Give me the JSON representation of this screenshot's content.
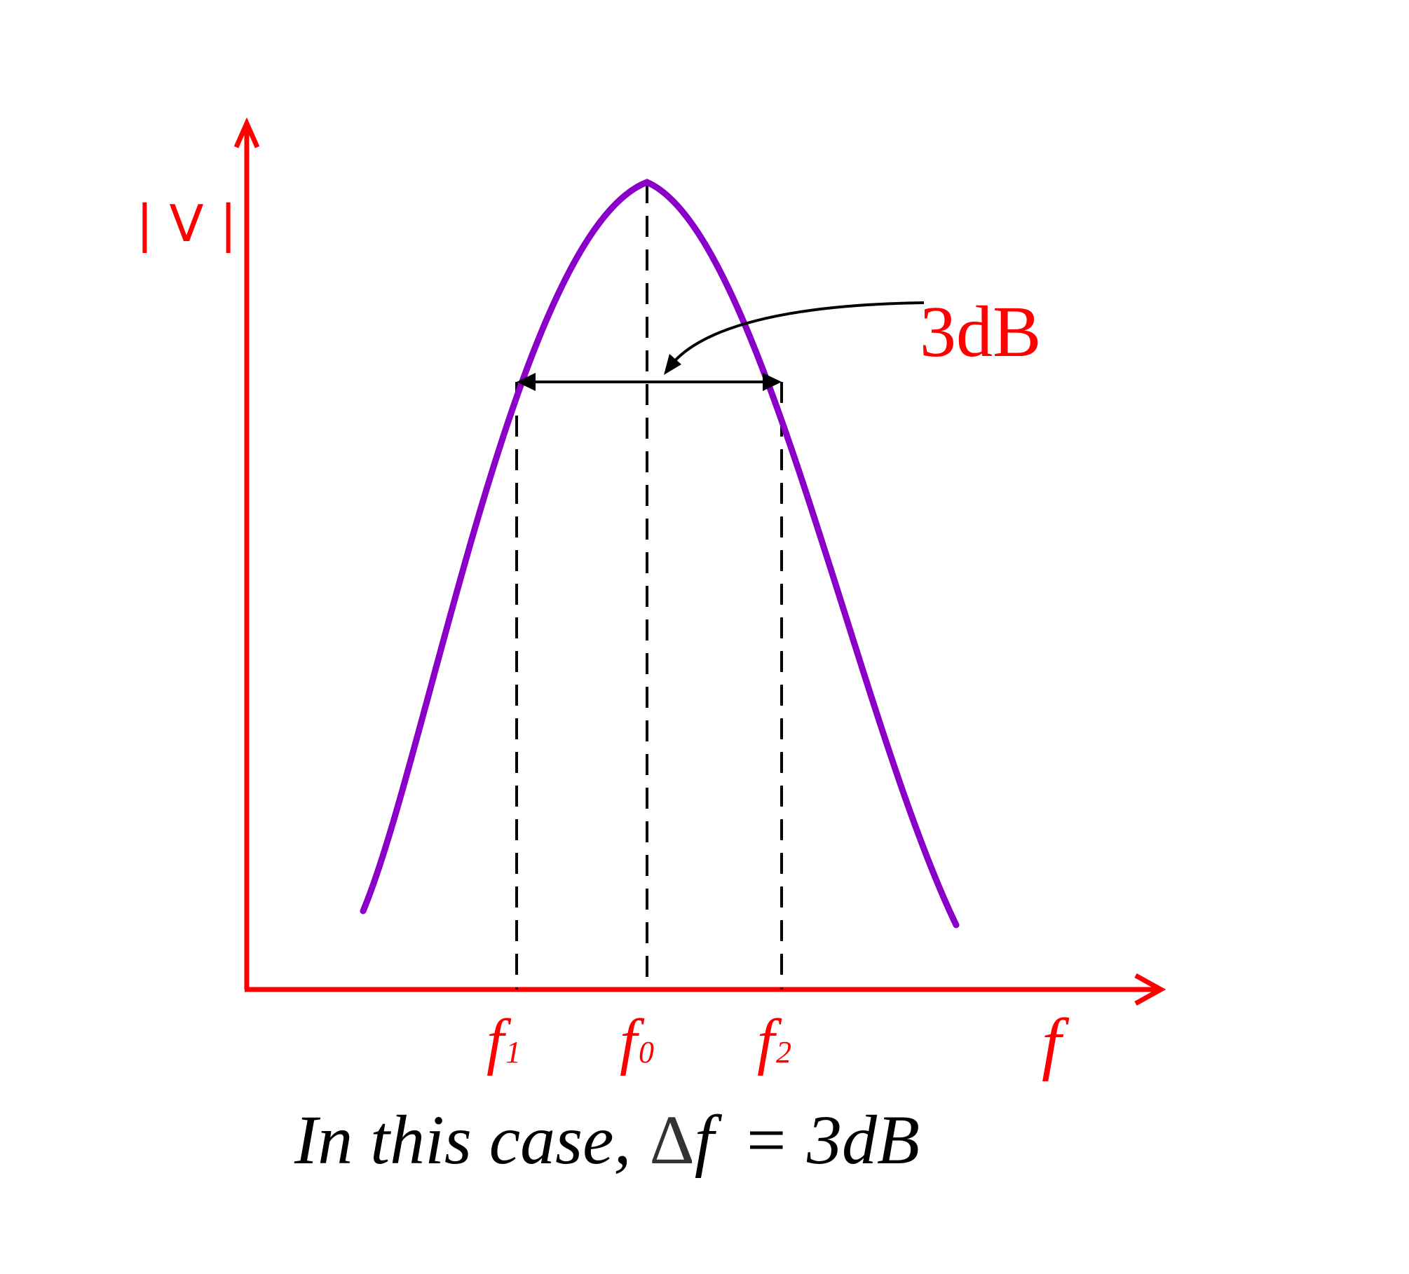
{
  "colors": {
    "axis": "#ff0000",
    "curve": "#8b00c9",
    "guide": "#000000",
    "caption": "#000000",
    "delta": "#333333"
  },
  "y_axis_label": "| V |",
  "x_axis_label": "f",
  "bandwidth_label": "3dB",
  "ticks": [
    {
      "base": "f",
      "sub": "1"
    },
    {
      "base": "f",
      "sub": "0"
    },
    {
      "base": "f",
      "sub": "2"
    }
  ],
  "caption": {
    "prefix": "In this case,",
    "delta": "Δ",
    "symbol": "f",
    "rest": "= 3dB"
  }
}
